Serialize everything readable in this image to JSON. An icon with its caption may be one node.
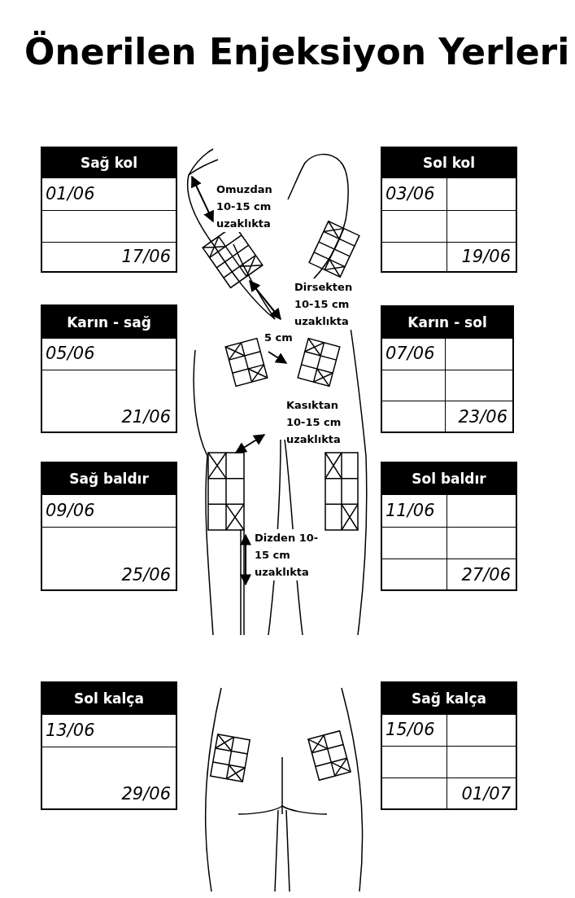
{
  "diagram": {
    "title": "Önerilen Enjeksiyon Yerleri",
    "nodes": [
      {
        "text": [
          "Sağ kol",
          "01/06",
          "17/06"
        ]
      },
      {
        "text": [
          "Sol kol",
          "03/06",
          "19/06"
        ]
      },
      {
        "text": [
          "Karın - sağ",
          "05/06",
          "21/06"
        ]
      },
      {
        "text": [
          "Karın - sol",
          "07/06",
          "23/06"
        ]
      },
      {
        "text": [
          "Sağ baldır",
          "09/06",
          "25/06"
        ]
      },
      {
        "text": [
          "Sol baldır",
          "11/06",
          "27/06"
        ]
      },
      {
        "text": [
          "Sol kalça",
          "13/06",
          "29/06"
        ]
      },
      {
        "text": [
          "Sağ kalça",
          "15/06",
          "01/07"
        ]
      }
    ],
    "edges": [],
    "labels": [
      "Omuzdan 10-15 cm uzaklıkta",
      "Dirsekten 10-15 cm uzaklıkta",
      "5 cm",
      "Kasıktan 10-15 cm uzaklıkta",
      "Dizden 10-15 cm uzaklıkta"
    ]
  }
}
